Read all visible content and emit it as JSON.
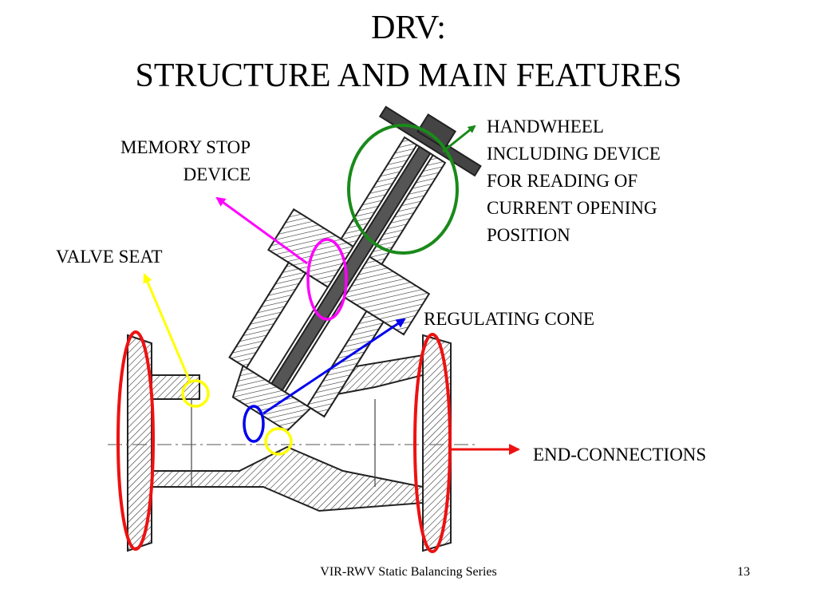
{
  "title": {
    "line1": "DRV:",
    "line2": "STRUCTURE  AND MAIN FEATURES"
  },
  "labels": {
    "memory_stop": [
      "MEMORY STOP",
      "DEVICE"
    ],
    "valve_seat": "VALVE SEAT",
    "handwheel": [
      "HANDWHEEL",
      "INCLUDING DEVICE",
      "FOR READING OF",
      "CURRENT OPENING",
      "POSITION"
    ],
    "regulating_cone": "REGULATING CONE",
    "end_connections": "END-CONNECTIONS"
  },
  "footer": {
    "series": "VIR-RWV Static Balancing Series",
    "page": "13"
  },
  "colors": {
    "handwheel": "#1a8a1a",
    "memory_stop": "#ff00ff",
    "valve_seat": "#ffff00",
    "regulating_cone": "#0000ee",
    "end_connections": "#ee1111",
    "drawing": "#222222"
  }
}
